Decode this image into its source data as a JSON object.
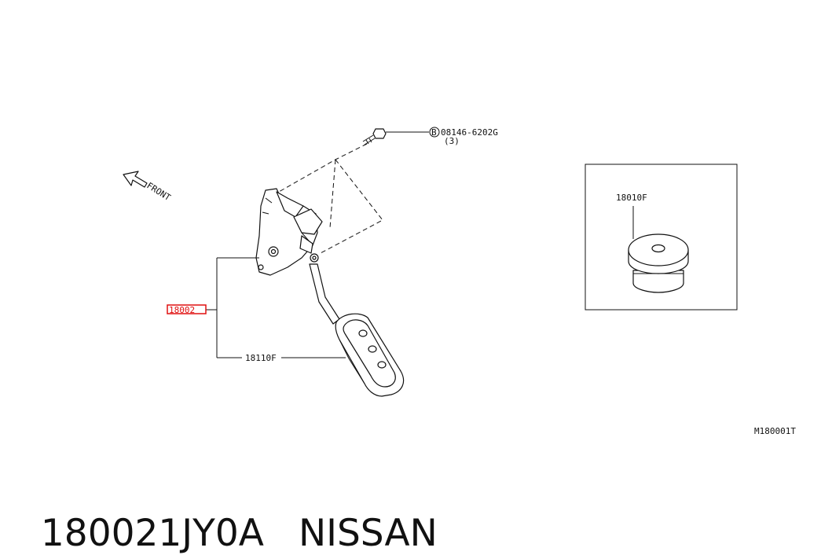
{
  "diagram": {
    "direction_label": "FRONT",
    "bolt_code_prefix": "B",
    "bolt_code": "08146-6202G",
    "bolt_qty": "(3)",
    "main_part_code": "18002",
    "pad_part_code": "18110F",
    "inset_part_code": "18010F",
    "figure_code": "M180001T",
    "highlight_color": "#e01010"
  },
  "footer": {
    "part_number": "180021JY0A",
    "brand": "NISSAN"
  }
}
